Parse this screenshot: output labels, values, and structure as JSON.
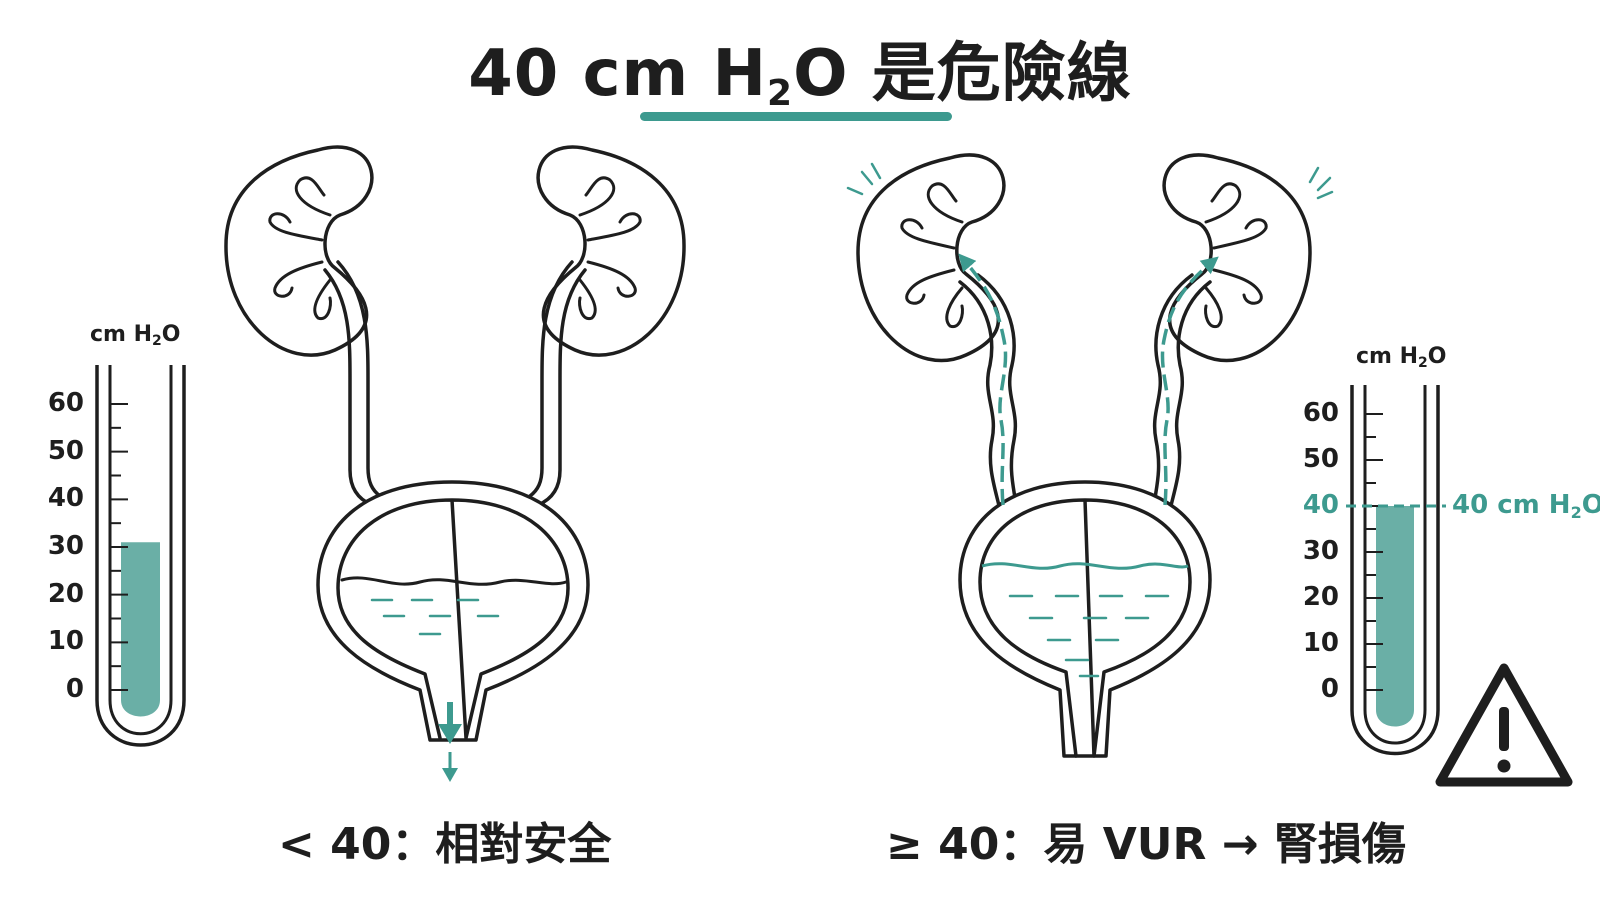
{
  "title": {
    "main": "40 cm H",
    "sub": "2",
    "tail": "O 是危險線"
  },
  "left_panel": {
    "caption": "< 40：相對安全",
    "gauge": {
      "unit_main": "cm H",
      "unit_sub": "2",
      "unit_tail": "O",
      "ticks": [
        "60",
        "50",
        "40",
        "30",
        "20",
        "10",
        "0"
      ],
      "fill_value": 31
    }
  },
  "right_panel": {
    "caption": "≥ 40：易 VUR → 腎損傷",
    "gauge": {
      "unit_main": "cm H",
      "unit_sub": "2",
      "unit_tail": "O",
      "ticks": [
        "60",
        "50",
        "40",
        "30",
        "20",
        "10",
        "0"
      ],
      "fill_value": 40,
      "threshold_main": "40 cm H",
      "threshold_sub": "2",
      "threshold_tail": "O"
    }
  },
  "colors": {
    "accent": "#3d9a8f",
    "fill": "#6aafa6",
    "ink": "#1e1e1e"
  },
  "icons": {
    "warning": "warning-triangle-icon"
  }
}
